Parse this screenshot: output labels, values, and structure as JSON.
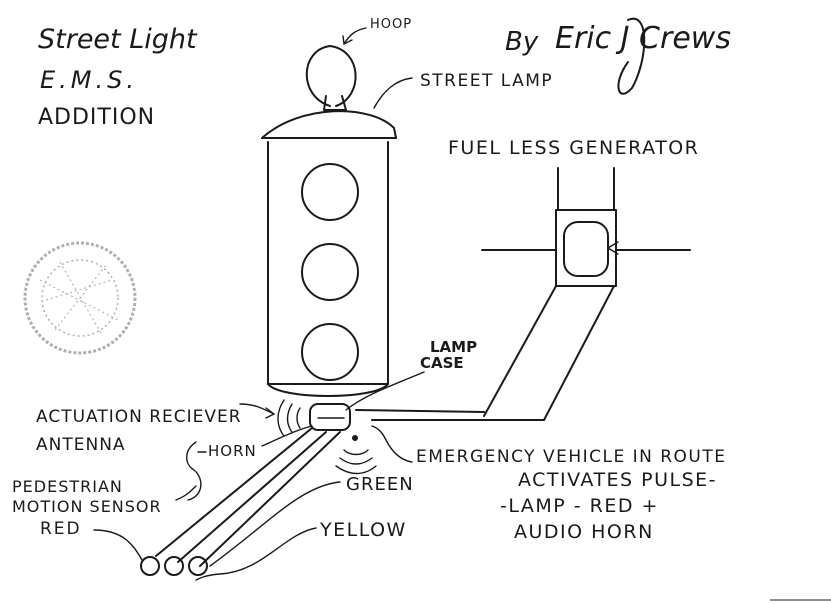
{
  "title": {
    "line1": "Street Light",
    "line2": "E.M.S.",
    "line3": "ADDITION"
  },
  "author": {
    "prefix": "By",
    "signature": "Eric J Crews"
  },
  "labels": {
    "hoop": "HOOP",
    "street_lamp": "STREET LAMP",
    "generator": "FUEL LESS GENERATOR",
    "lamp_case_1": "LAMP",
    "lamp_case_2": "CASE",
    "receiver_1": "ACTUATION RECIEVER",
    "receiver_2": "ANTENNA",
    "horn": "HORN",
    "pedestrian_1": "PEDESTRIAN",
    "pedestrian_2": "MOTION SENSOR",
    "red": "RED",
    "green": "GREEN",
    "yellow": "YELLOW",
    "emergency_1": "EMERGENCY VEHICLE IN ROUTE",
    "emergency_2": "ACTIVATES PULSE-",
    "emergency_3": "-LAMP - RED +",
    "emergency_4": "AUDIO HORN"
  },
  "colors": {
    "ink": "#1a1a1a",
    "stamp": "#6f6f6f"
  }
}
